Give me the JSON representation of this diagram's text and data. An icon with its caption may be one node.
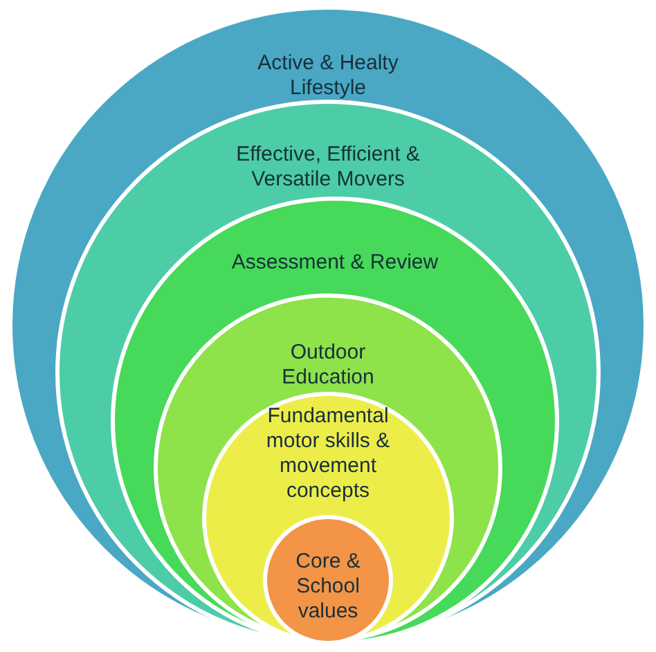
{
  "diagram": {
    "nodes": [
      {
        "text": [
          "Active & Healty Lifestyle"
        ]
      },
      {
        "text": [
          "Effective, Efficient & Versatile Movers"
        ],
        "in": 0
      },
      {
        "text": [
          "Assessment & Review"
        ],
        "in": 1
      },
      {
        "text": [
          "Outdoor Education"
        ],
        "in": 2
      },
      {
        "text": [
          "Fundamental motor skills & movement concepts"
        ],
        "in": 3
      },
      {
        "text": [
          "Core & School values"
        ],
        "in": 4
      }
    ]
  }
}
